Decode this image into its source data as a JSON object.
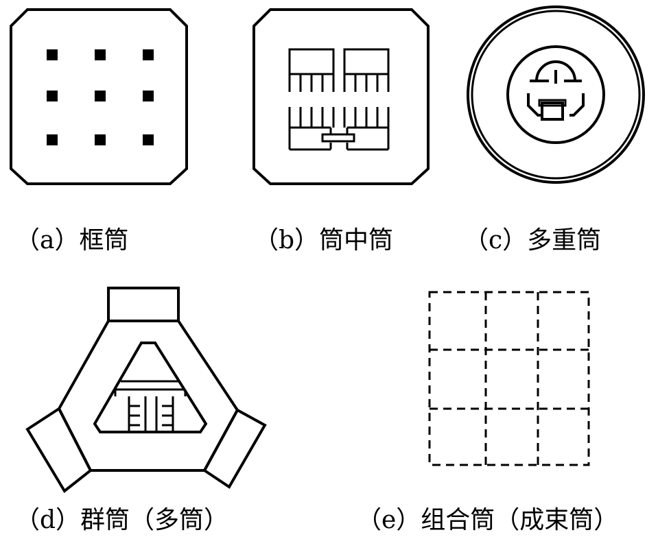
{
  "panels": [
    {
      "id": "a",
      "caption": "（a）框筒"
    },
    {
      "id": "b",
      "caption": "（b）筒中筒"
    },
    {
      "id": "c",
      "caption": "（c）多重筒"
    },
    {
      "id": "d",
      "caption": "（d）群筒（多筒）"
    },
    {
      "id": "e",
      "caption": "（e）组合筒（成束筒）"
    }
  ],
  "colors": {
    "stroke": "#000000",
    "background": "#ffffff"
  }
}
